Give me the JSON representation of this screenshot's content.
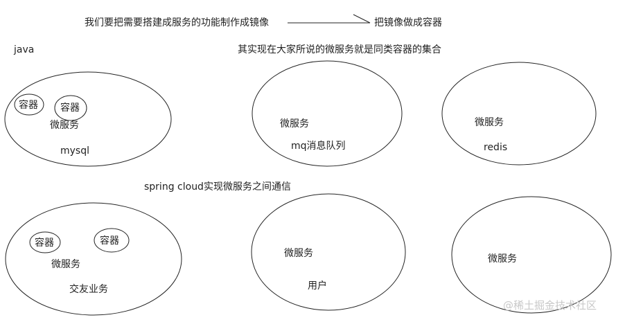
{
  "header": {
    "step1": "我们要把需要搭建成服务的功能制作成镜像",
    "step2": "把镜像做成容器"
  },
  "notes": {
    "java": "java",
    "microservice_definition": "其实现在大家所说的微服务就是同类容器的集合",
    "spring_cloud": "spring cloud实现微服务之间通信"
  },
  "services": [
    {
      "label": "微服务",
      "name": "mysql",
      "containers": [
        "容器",
        "容器"
      ]
    },
    {
      "label": "微服务",
      "name": "mq消息队列"
    },
    {
      "label": "微服务",
      "name": "redis"
    },
    {
      "label": "微服务",
      "name": "交友业务",
      "containers": [
        "容器",
        "容器"
      ]
    },
    {
      "label": "微服务",
      "name": "用户"
    },
    {
      "label": "微服务"
    }
  ],
  "watermark": "@稀土掘金技术社区"
}
